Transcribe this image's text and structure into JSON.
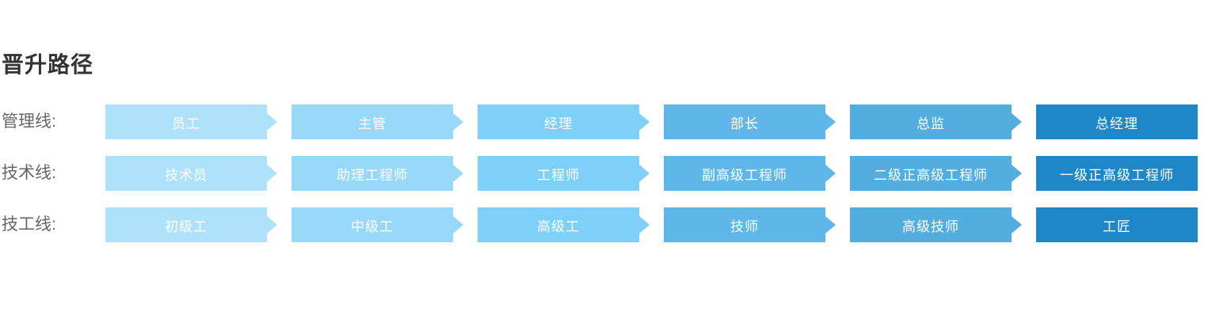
{
  "title": "晋升路径",
  "rows": [
    {
      "label": "管理线:",
      "items": [
        "员工",
        "主管",
        "经理",
        "部长",
        "总监",
        "总经理"
      ]
    },
    {
      "label": "技术线:",
      "items": [
        "技术员",
        "助理工程师",
        "工程师",
        "副高级工程师",
        "二级正高级工程师",
        "一级正高级工程师"
      ]
    },
    {
      "label": "技工线:",
      "items": [
        "初级工",
        "中级工",
        "高级工",
        "技师",
        "高级技师",
        "工匠"
      ]
    }
  ],
  "colors": {
    "steps": [
      "#aee2fb",
      "#98d9fa",
      "#7ed0f9",
      "#5eb7e8",
      "#52aedf",
      "#1e87c7"
    ],
    "step_text": "#ffffff",
    "label": "#666666",
    "title": "#333333"
  }
}
